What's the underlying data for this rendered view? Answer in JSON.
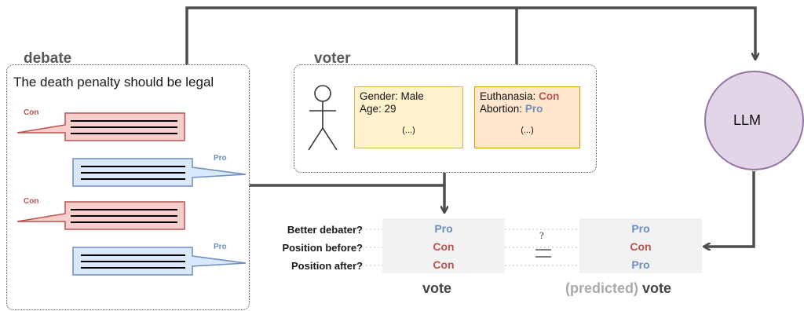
{
  "debate": {
    "title": "debate",
    "motion": "The death penalty should be legal",
    "speeches": [
      {
        "side": "Con"
      },
      {
        "side": "Pro"
      },
      {
        "side": "Con"
      },
      {
        "side": "Pro"
      }
    ]
  },
  "voter": {
    "title": "voter",
    "demographics": {
      "gender": "Gender: Male",
      "age": "Age: 29",
      "more": "(...)"
    },
    "opinions": {
      "euthanasia_label": "Euthanasia:",
      "euthanasia_value": "Con",
      "abortion_label": "Abortion:",
      "abortion_value": "Pro",
      "more": "(...)"
    }
  },
  "llm": {
    "label": "LLM"
  },
  "questions": [
    "Better debater?",
    "Position before?",
    "Position after?"
  ],
  "vote": {
    "label": "vote",
    "values": [
      "Pro",
      "Con",
      "Con"
    ]
  },
  "predicted": {
    "prefix": "(predicted)",
    "label": "vote",
    "values": [
      "Pro",
      "Con",
      "Pro"
    ]
  },
  "comparison_symbol": "?",
  "colors": {
    "pro": "#6c8ebf",
    "con": "#b85450",
    "pro_fill": "#dae8fc",
    "con_fill": "#f8cecc",
    "llm_fill": "#e1d5e7",
    "llm_stroke": "#9673a6",
    "demo_fill": "#fff2cc",
    "demo_stroke": "#d6b656",
    "opinion_fill": "#ffe6cc",
    "opinion_stroke": "#d79b00",
    "arrow": "#4d4d4d"
  }
}
